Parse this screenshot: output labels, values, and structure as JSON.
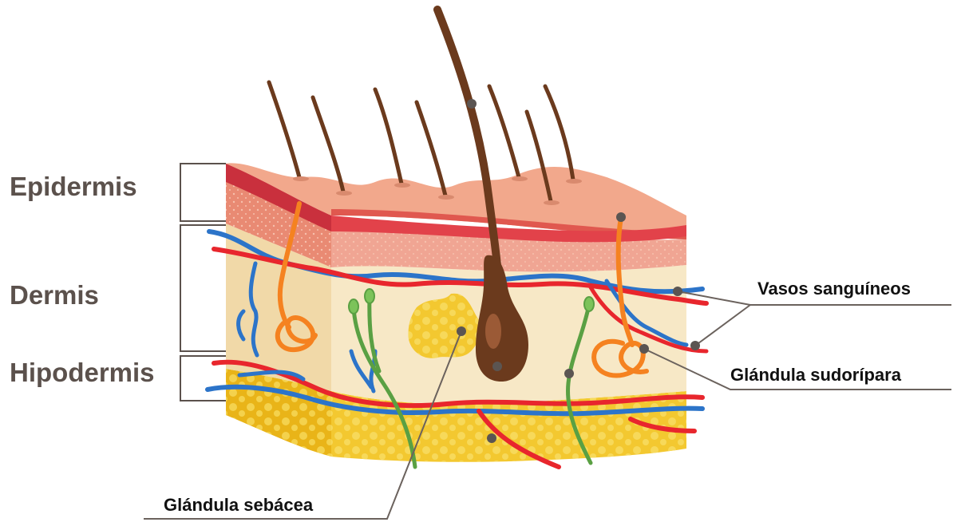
{
  "layers": {
    "epidermis": "Epidermis",
    "dermis": "Dermis",
    "hipodermis": "Hipodermis"
  },
  "callouts": {
    "vasos": "Vasos sanguíneos",
    "sudoripara": "Glándula sudorípara",
    "sebacea": "Glándula sebácea"
  },
  "colors": {
    "label_gray": "#5b514c",
    "callout_text": "#111111",
    "leader_line": "#6b625d",
    "epidermis_top": "#f2a88c",
    "epidermis_band": "#d9404a",
    "dermis": "#f7e8c6",
    "dermis_side": "#f1d9a8",
    "hypodermis_fat": "#f3c830",
    "artery": "#e8262d",
    "vein": "#2c74c9",
    "hair": "#6b3a1d",
    "sweat_gland": "#f58220",
    "sebaceous_duct": "#5aa043",
    "marker_dot": "#5b5552"
  }
}
